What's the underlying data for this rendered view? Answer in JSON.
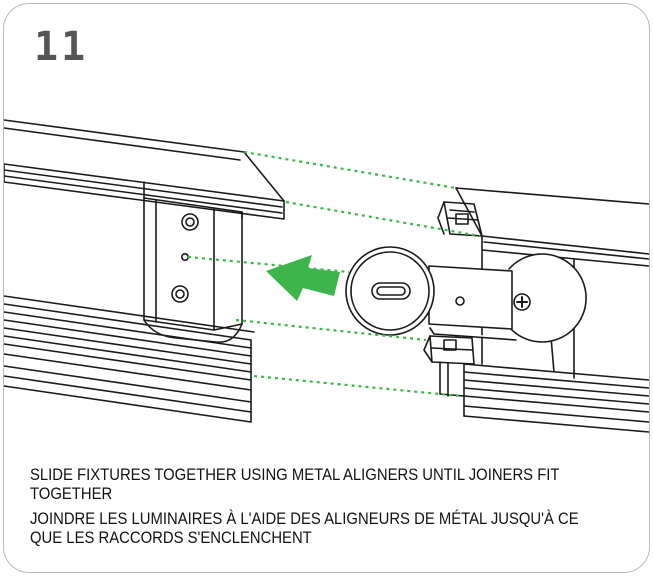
{
  "step": {
    "number": "11"
  },
  "instructions": {
    "english": "SLIDE FIXTURES TOGETHER USING METAL ALIGNERS UNTIL JOINERS FIT TOGETHER",
    "french": "JOINDRE LES LUMINAIRES À L'AIDE DES ALIGNEURS DE MÉTAL JUSQU'À CE QUE LES RACCORDS S'ENCLENCHENT"
  },
  "colors": {
    "guide_line": "#3db54a",
    "arrow": "#3db54a",
    "line_art": "#1a1a1a",
    "step_number": "#555555",
    "border": "#b9b9b9"
  }
}
